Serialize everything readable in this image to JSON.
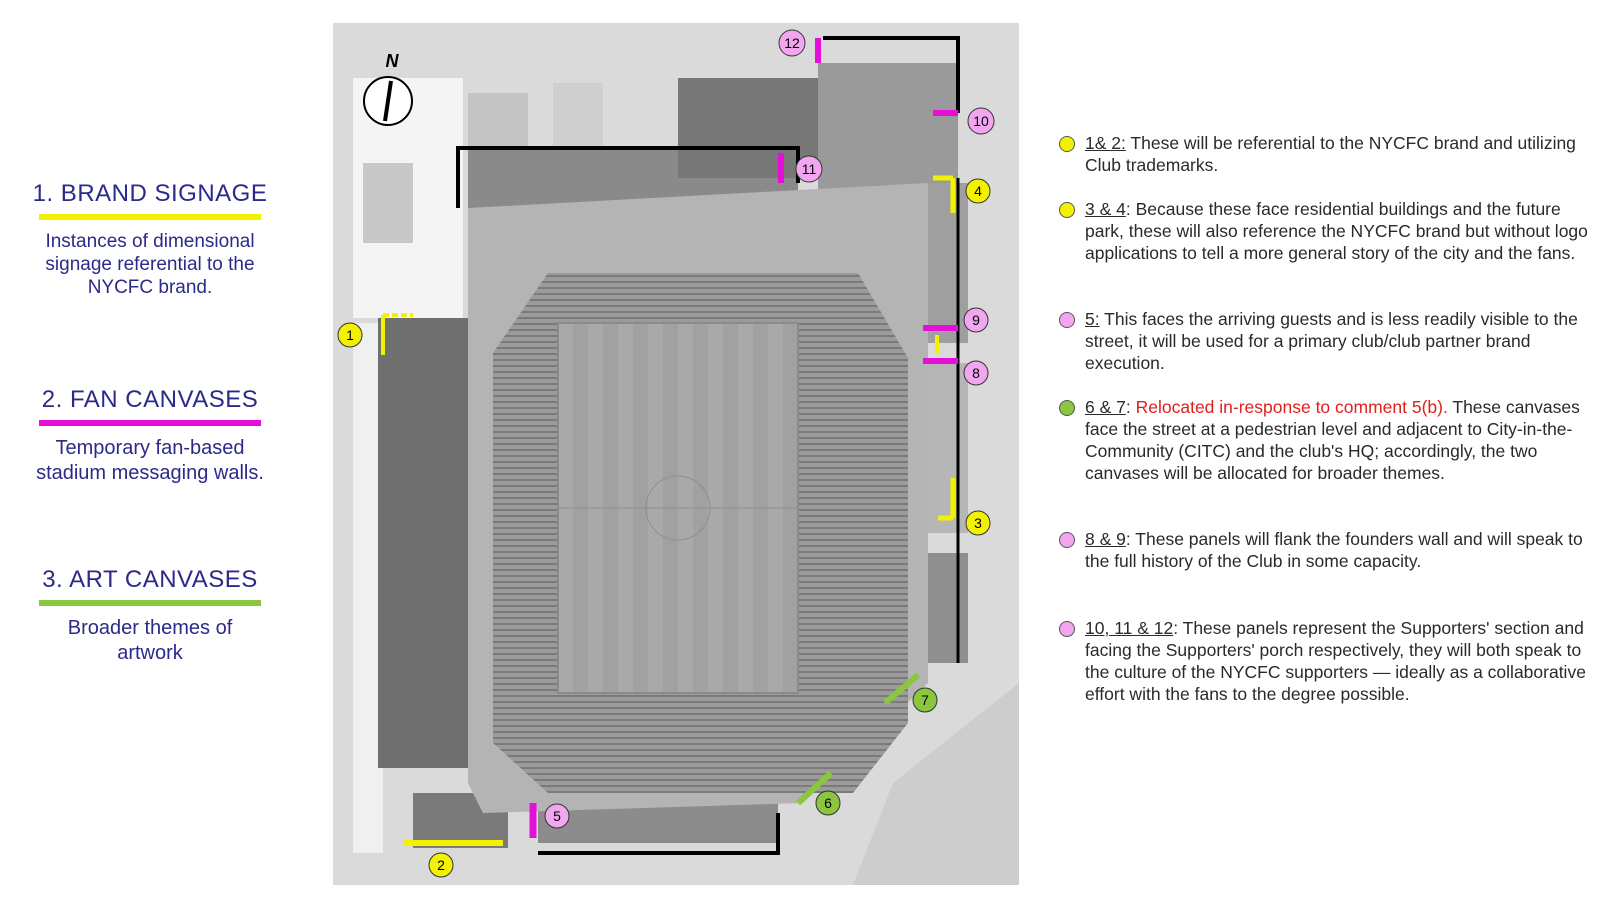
{
  "legend": [
    {
      "title": "1. BRAND SIGNAGE",
      "color": "#f2f200",
      "description": "Instances of dimensional signage referential to the NYCFC brand."
    },
    {
      "title": "2. FAN CANVASES",
      "color": "#e60fd8",
      "description": "Temporary fan-based stadium messaging walls."
    },
    {
      "title": "3. ART CANVASES",
      "color": "#8bc63f",
      "description": "Broader themes of artwork"
    }
  ],
  "map": {
    "north_label": "N",
    "markers": [
      {
        "label": "1",
        "category": "brand"
      },
      {
        "label": "2",
        "category": "brand"
      },
      {
        "label": "3",
        "category": "brand"
      },
      {
        "label": "4",
        "category": "brand"
      },
      {
        "label": "5",
        "category": "fan"
      },
      {
        "label": "6",
        "category": "art"
      },
      {
        "label": "7",
        "category": "art"
      },
      {
        "label": "8",
        "category": "fan"
      },
      {
        "label": "9",
        "category": "fan"
      },
      {
        "label": "10",
        "category": "fan"
      },
      {
        "label": "11",
        "category": "fan"
      },
      {
        "label": "12",
        "category": "fan"
      }
    ]
  },
  "notes": [
    {
      "key": "1& 2:",
      "text": " These will be referential to the NYCFC brand and utilizing Club trademarks.",
      "dot_color": "#f2f200"
    },
    {
      "key": "3 & 4",
      "text": ": Because these face residential buildings and the future park, these will also reference the NYCFC brand but without logo applications to tell a more general story of the city and the fans.",
      "dot_color": "#f2f200"
    },
    {
      "key": "5:",
      "text": " This faces the arriving guests and is less readily visible to the street, it will be used for a primary club/club partner brand execution.",
      "dot_color": "#f2a6f0"
    },
    {
      "key": "6 & 7",
      "text_before": ": ",
      "red_text": "Relocated in-response to comment 5(b).",
      "text": " These canvases face the street at a pedestrian level and adjacent to City-in-the-Community (CITC) and the club's HQ; accordingly, the two canvases will be allocated for broader themes.",
      "dot_color": "#8bc63f"
    },
    {
      "key": "8 & 9",
      "text": ": These panels will flank the founders wall and will speak to the full history of the Club in some capacity.",
      "dot_color": "#f2a6f0"
    },
    {
      "key": "10, 11 & 12",
      "text": ": These panels represent the Supporters' section and facing the Supporters' porch respectively, they will both speak to the culture of the NYCFC supporters — ideally as  a collaborative effort with the fans to the degree possible.",
      "dot_color": "#f2a6f0"
    }
  ]
}
